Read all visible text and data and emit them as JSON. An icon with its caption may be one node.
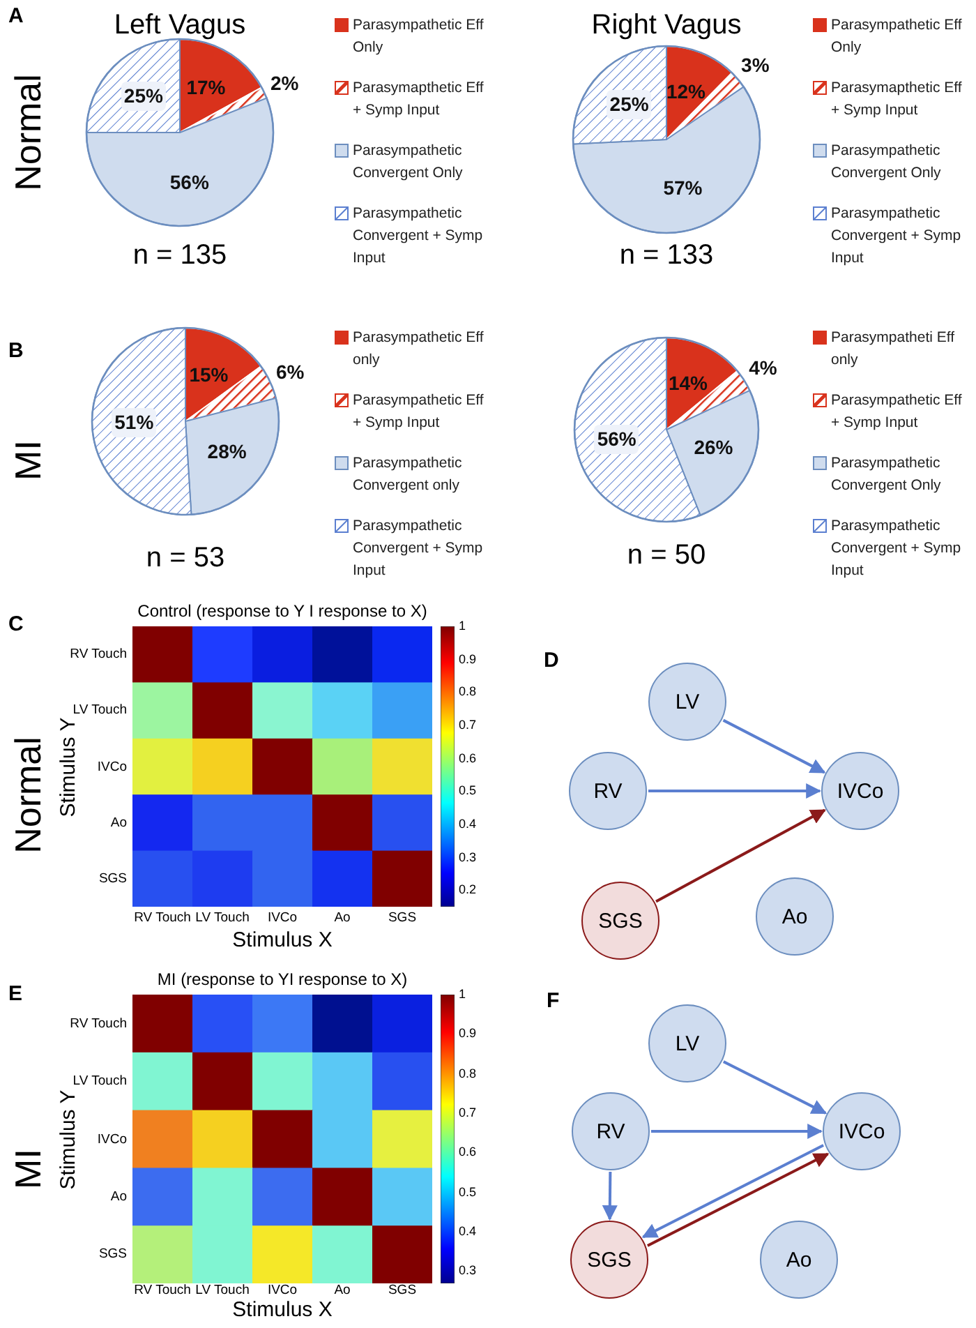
{
  "diagram": {
    "nodes": [
      {
        "text": [
          "LV"
        ]
      },
      {
        "text": [
          "RV"
        ]
      },
      {
        "text": [
          "IVCo"
        ]
      },
      {
        "text": [
          "SGS"
        ]
      },
      {
        "text": [
          "Ao"
        ]
      },
      {
        "text": [
          "LV"
        ]
      },
      {
        "text": [
          "RV"
        ]
      },
      {
        "text": [
          "IVCo"
        ]
      },
      {
        "text": [
          "SGS"
        ]
      },
      {
        "text": [
          "Ao"
        ]
      }
    ],
    "edges": [
      {
        "from": 0,
        "to": 2,
        "arrow": "to"
      },
      {
        "from": 1,
        "to": 2,
        "arrow": "to"
      },
      {
        "from": 3,
        "to": 2,
        "arrow": "to",
        "color": "#8b1a1a"
      },
      {
        "from": 5,
        "to": 7,
        "arrow": "to"
      },
      {
        "from": 6,
        "to": 7,
        "arrow": "to"
      },
      {
        "from": 6,
        "to": 8,
        "arrow": "to"
      },
      {
        "from": 7,
        "to": 8,
        "arrow": "to"
      },
      {
        "from": 8,
        "to": 7,
        "arrow": "to",
        "color": "#8b1a1a"
      }
    ],
    "labels": [
      "A",
      "Normal",
      "B",
      "MI",
      "C",
      "Control (response to Y I response to X)",
      "RV Touch",
      "LV Touch",
      "IVCo",
      "Ao",
      "SGS",
      "Stimulus Y",
      "RV Touch",
      "LV  Touch",
      "IVCo",
      "Ao",
      "SGS",
      "Stimulus X",
      "1",
      "0.9",
      "0.8",
      "0.7",
      "0.6",
      "0.5",
      "0.4",
      "0.3",
      "0.2",
      "Normal",
      "D",
      "E",
      "MI (response to YI response to X)",
      "RV Touch",
      "LV Touch",
      "IVCo",
      "Ao",
      "SGS",
      "Stimulus Y",
      "RV Touch",
      "LV Touch",
      "IVCo",
      "Ao",
      "SGS",
      "Stimulus X",
      "1",
      "0.9",
      "0.8",
      "0.7",
      "0.6",
      "0.5",
      "0.4",
      "0.3",
      "MI",
      "F"
    ],
    "legend": [
      {
        "text": "Parasympathetic Eff Only",
        "color": "#d9321c"
      },
      {
        "text": "Parasymapthetic Eff + Symp Input"
      },
      {
        "text": "Parasympathetic Convergent Only",
        "color": "#cfdcee"
      },
      {
        "text": "Parasympathetic Convergent + Symp Input"
      },
      {
        "text": "Parasympathetic Eff Only",
        "color": "#d9321c"
      },
      {
        "text": "Parasymapthetic Eff + Symp Input"
      },
      {
        "text": "Parasympathetic Convergent Only",
        "color": "#cfdcee"
      },
      {
        "text": "Parasympathetic Convergent + Symp Input"
      },
      {
        "text": "Parasympathetic Eff only",
        "color": "#d9321c"
      },
      {
        "text": "Parasympathetic Eff + Symp Input"
      },
      {
        "text": "Parasympathetic Convergent only",
        "color": "#cfdcee"
      },
      {
        "text": "Parasympathetic Convergent + Symp Input"
      },
      {
        "text": "Parasympatheti Eff only",
        "color": "#d9321c"
      },
      {
        "text": "Parasympathetic Eff + Symp Input"
      },
      {
        "text": "Parasympathetic Convergent Only",
        "color": "#cfdcee"
      },
      {
        "text": "Parasympathetic Convergent + Symp Input"
      }
    ],
    "chart_data": [
      {
        "type": "pie",
        "title": "Left Vagus",
        "xlabel": "n = 135",
        "values": [
          17,
          2,
          56,
          25
        ],
        "value_labels": [
          "17%",
          "2%",
          "56%",
          "25%"
        ]
      },
      {
        "type": "pie",
        "title": "Right Vagus",
        "xlabel": "n = 133",
        "values": [
          12,
          3,
          57,
          25
        ],
        "value_labels": [
          "12%",
          "3%",
          "57%",
          "25%"
        ]
      },
      {
        "type": "pie",
        "xlabel": "n = 53",
        "values": [
          15,
          6,
          28,
          51
        ],
        "value_labels": [
          "15%",
          "6%",
          "28%",
          "51%"
        ]
      },
      {
        "type": "pie",
        "xlabel": "n = 50",
        "values": [
          14,
          4,
          26,
          56
        ],
        "value_labels": [
          "14%",
          "4%",
          "26%",
          "56%"
        ]
      }
    ]
  }
}
